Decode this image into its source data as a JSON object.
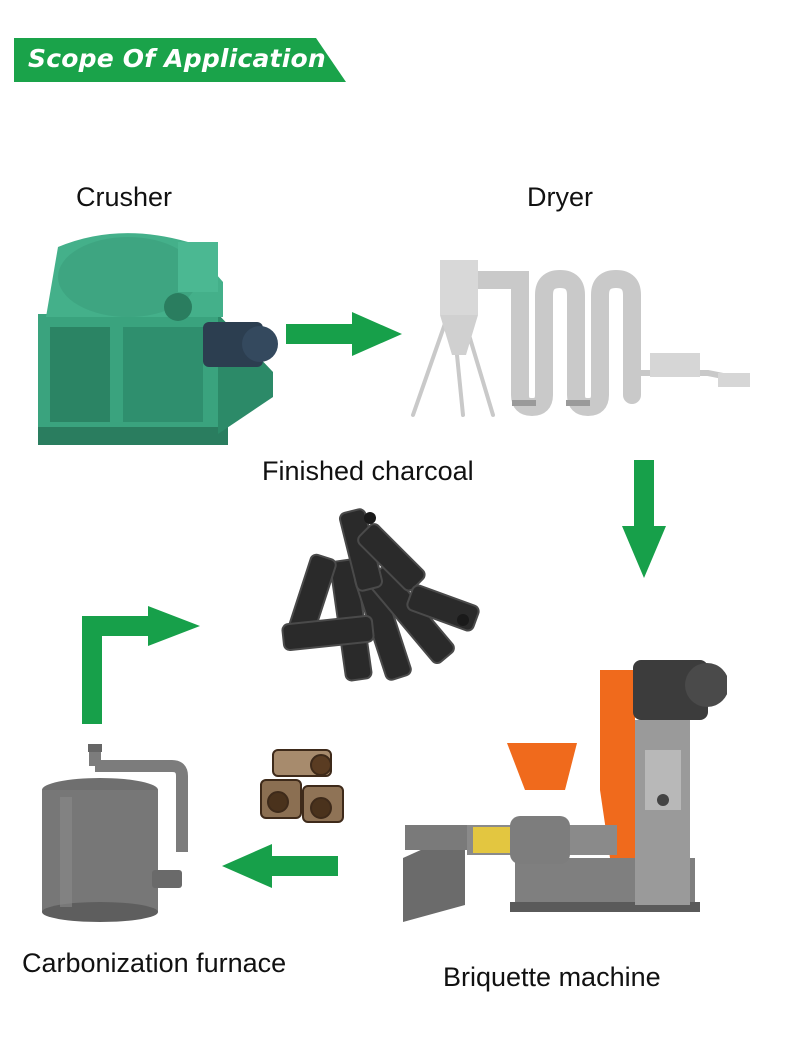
{
  "header": {
    "title": "Scope Of Application"
  },
  "stages": {
    "crusher": "Crusher",
    "dryer": "Dryer",
    "finished_charcoal": "Finished charcoal",
    "briquette_machine": "Briquette machine",
    "carbonization_furnace": "Carbonization furnace"
  },
  "colors": {
    "banner_green": "#1aa34a",
    "arrow_green": "#17a04a",
    "crusher_green": "#3aa37e",
    "briquette_orange": "#f06a1c",
    "machine_gray": "#8c8c8c",
    "charcoal_dark": "#2a2a2a"
  }
}
